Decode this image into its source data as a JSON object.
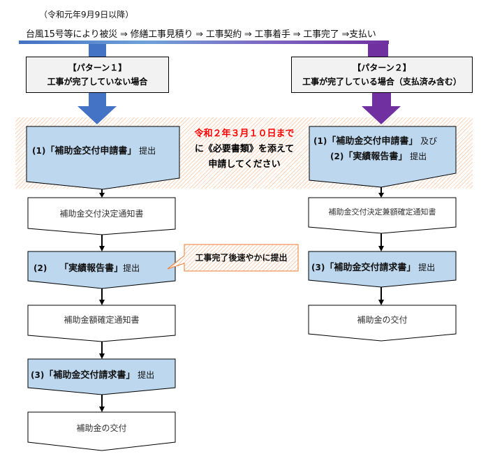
{
  "header": {
    "date_note": "（令和元年9月9日以降）",
    "flow_steps": [
      "台風15号等により被災",
      "修繕工事見積り",
      "工事契約",
      "工事着手",
      "工事完了",
      "支払い"
    ],
    "flow_separator": "⇒",
    "flow_text": "台風15号等により被災 ⇒ 修繕工事見積り ⇒ 工事契約 ⇒ 工事着手 ⇒ 工事完了 ⇒支払い"
  },
  "colors": {
    "pattern1_accent": "#4472c4",
    "pattern2_accent": "#7030a0",
    "submit_fill": "#bdd7ee",
    "notice_fill": "#ffffff",
    "deadline_red": "#ff0000",
    "hatch_orange": "#f4b183",
    "callout_border": "#ed7d31"
  },
  "pattern1": {
    "title": "【パターン１】",
    "subtitle": "工事が完了していない場合",
    "steps": [
      {
        "num": "(1)",
        "doc": "「補助金交付申請書」",
        "action": "提出",
        "type": "submit"
      },
      {
        "text": "補助金交付決定通知書",
        "type": "notice"
      },
      {
        "num": "(2)",
        "doc": "「実績報告書」",
        "action": "提出",
        "type": "submit"
      },
      {
        "text": "補助金額確定通知書",
        "type": "notice"
      },
      {
        "num": "(3)",
        "doc": "「補助金交付請求書」",
        "action": "提出",
        "type": "submit"
      },
      {
        "text": "補助金の交付",
        "type": "notice"
      }
    ]
  },
  "pattern2": {
    "title": "【パターン２】",
    "subtitle": "工事が完了している場合（支払済み含む）",
    "steps": [
      {
        "num1": "(1)",
        "doc1": "「補助金交付申請書」",
        "conj": "及び",
        "num2": "(2)",
        "doc2": "「実績報告書」",
        "action": "提出",
        "type": "submit"
      },
      {
        "text": "補助金交付決定兼額確定通知書",
        "type": "notice"
      },
      {
        "num": "(3)",
        "doc": "「補助金交付請求書」",
        "action": "提出",
        "type": "submit"
      },
      {
        "text": "補助金の交付",
        "type": "notice"
      }
    ]
  },
  "deadline": {
    "line1": "令和２年３月１０日まで",
    "line2": "に《必要書類》を添えて",
    "line3": "申請してください"
  },
  "callout": {
    "text": "工事完了後速やかに提出"
  }
}
